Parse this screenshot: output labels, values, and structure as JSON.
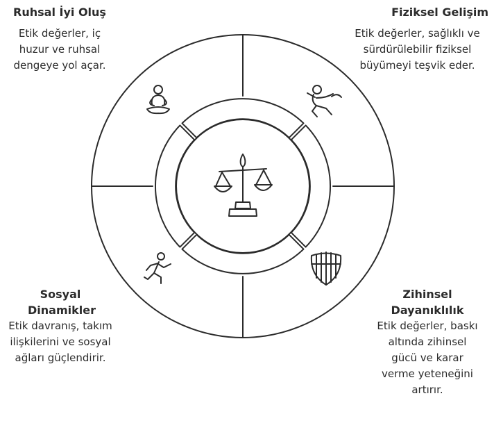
{
  "quadrants": {
    "top_left": {
      "title": "Ruhsal İyi Oluş",
      "text": "Etik değerler, iç huzur ve ruhsal dengeye yol açar.",
      "icon": "meditation-icon"
    },
    "top_right": {
      "title": "Fiziksel Gelişim",
      "text": "Etik değerler, sağlıklı ve sürdürülebilir fiziksel büyümeyi teşvik eder.",
      "icon": "karate-icon"
    },
    "bottom_left": {
      "title": "Sosyal Dinamikler",
      "text": "Etik davranış, takım ilişkilerini ve sosyal ağları güçlendirir.",
      "icon": "running-icon"
    },
    "bottom_right": {
      "title": "Zihinsel Dayanıklılık",
      "text": "Etik değerler, baskı altında zihinsel gücü ve karar verme yeteneğini artırır.",
      "icon": "shield-icon"
    }
  },
  "center": {
    "icon": "balance-scale-icon"
  },
  "colors": {
    "stroke": "#2b2b2b",
    "background": "#ffffff"
  }
}
